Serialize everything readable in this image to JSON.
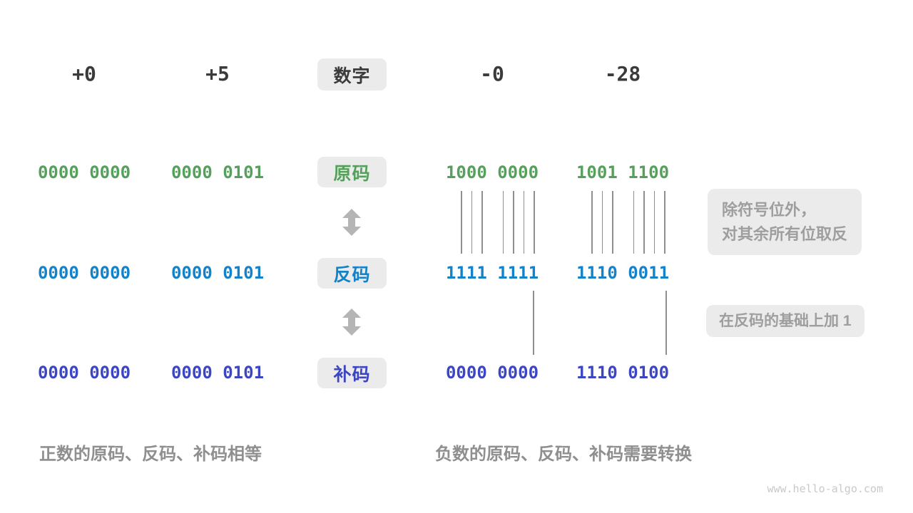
{
  "header": {
    "pos1": "+0",
    "pos2": "+5",
    "center_label": "数字",
    "neg1": "-0",
    "neg2": "-28"
  },
  "rows": [
    {
      "label": "原码",
      "color": "#55a05a",
      "values": [
        "0000 0000",
        "0000 0101",
        "1000 0000",
        "1001 1100"
      ]
    },
    {
      "label": "反码",
      "color": "#1482c8",
      "values": [
        "0000 0000",
        "0000 0101",
        "1111 1111",
        "1110 0011"
      ]
    },
    {
      "label": "补码",
      "color": "#3c46c3",
      "values": [
        "0000 0000",
        "0000 0101",
        "0000 0000",
        "1110 0100"
      ]
    }
  ],
  "notes": {
    "flip": "除符号位外，\n对其余所有位取反",
    "add_one": "在反码的基础上加 1"
  },
  "captions": {
    "positive": "正数的原码、反码、补码相等",
    "negative": "负数的原码、反码、补码需要转换"
  },
  "watermark": "www.hello-algo.com",
  "colors": {
    "sign_magnitude": "#55a05a",
    "ones_complement": "#1482c8",
    "twos_complement": "#3c46c3",
    "chip_background": "#ebebeb",
    "note_text": "#9e9e9e",
    "caption_text": "#8f8f8f",
    "arrow": "#b5b5b5",
    "tick_line": "#8f8f8f",
    "header_text": "#3b3b3b",
    "watermark_text": "#c9c9c9"
  }
}
